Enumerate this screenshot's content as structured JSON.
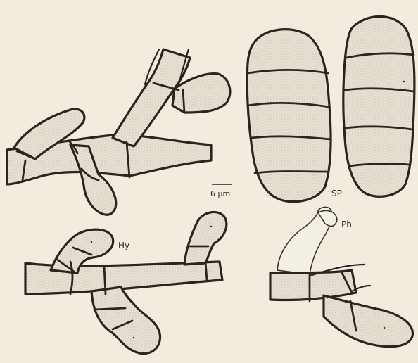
{
  "labels": {
    "hyphae": "Hy",
    "spores": "SP",
    "phialide": "Ph"
  },
  "scale_bar": {
    "text": "6 µm"
  },
  "colors": {
    "paper": "#f2ecdf",
    "ink": "#2b2420",
    "cell_fill": "#e6dfd2"
  }
}
